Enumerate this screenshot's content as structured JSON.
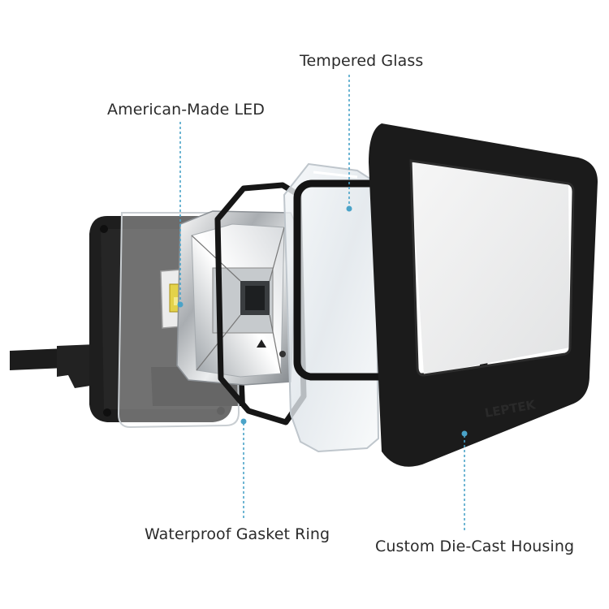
{
  "diagram": {
    "labels": {
      "tempered_glass": "Tempered Glass",
      "american_led": "American-Made LED",
      "gasket_ring": "Waterproof Gasket Ring",
      "die_cast_housing": "Custom Die-Cast Housing"
    },
    "logo_text": "LEPTEK",
    "colors": {
      "leader_line": "#4aa3c8",
      "housing": "#1b1b1b",
      "gasket": "#161616",
      "led_chip": "#e3d24a",
      "text": "#2b2b2b"
    }
  }
}
